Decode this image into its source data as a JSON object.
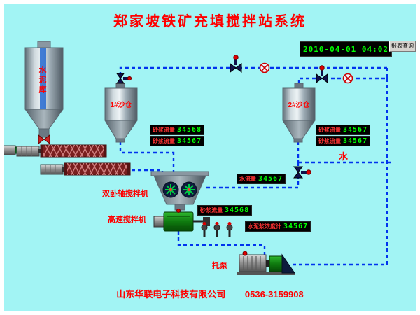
{
  "title": "郑家坡铁矿充填搅拌站系统",
  "header": {
    "datetime": "2010-04-01 04:02",
    "report_button": "报表查询"
  },
  "silos": {
    "cement": "水泥库",
    "sand1": "1#沙仓",
    "sand2": "2#沙仓"
  },
  "labels": {
    "water": "水",
    "twin_shaft_mixer": "双卧轴搅拌机",
    "high_speed_mixer": "高速搅拌机",
    "pump": "托泵"
  },
  "displays": {
    "silo1_flow_a": {
      "label": "砂浆流量",
      "value": "34568"
    },
    "silo1_flow_b": {
      "label": "砂浆流量",
      "value": "34567"
    },
    "silo2_flow_a": {
      "label": "砂浆流量",
      "value": "34567"
    },
    "silo2_flow_b": {
      "label": "砂浆流量",
      "value": "34567"
    },
    "water_flow": {
      "label": "水流量",
      "value": "34567"
    },
    "mortar_flow": {
      "label": "砂浆流量",
      "value": "34568"
    },
    "slurry_density": {
      "label": "水泥浆浓度计",
      "value": "34567"
    }
  },
  "footer": {
    "company": "山东华联电子科技有限公司",
    "phone": "0536-3159908"
  },
  "colors": {
    "background": "#a2f4f4",
    "pipe_blue": "#0033ee",
    "digit_green": "#00ff00",
    "label_red": "#ff0000",
    "conveyor_maroon": "#7a1f1f"
  }
}
